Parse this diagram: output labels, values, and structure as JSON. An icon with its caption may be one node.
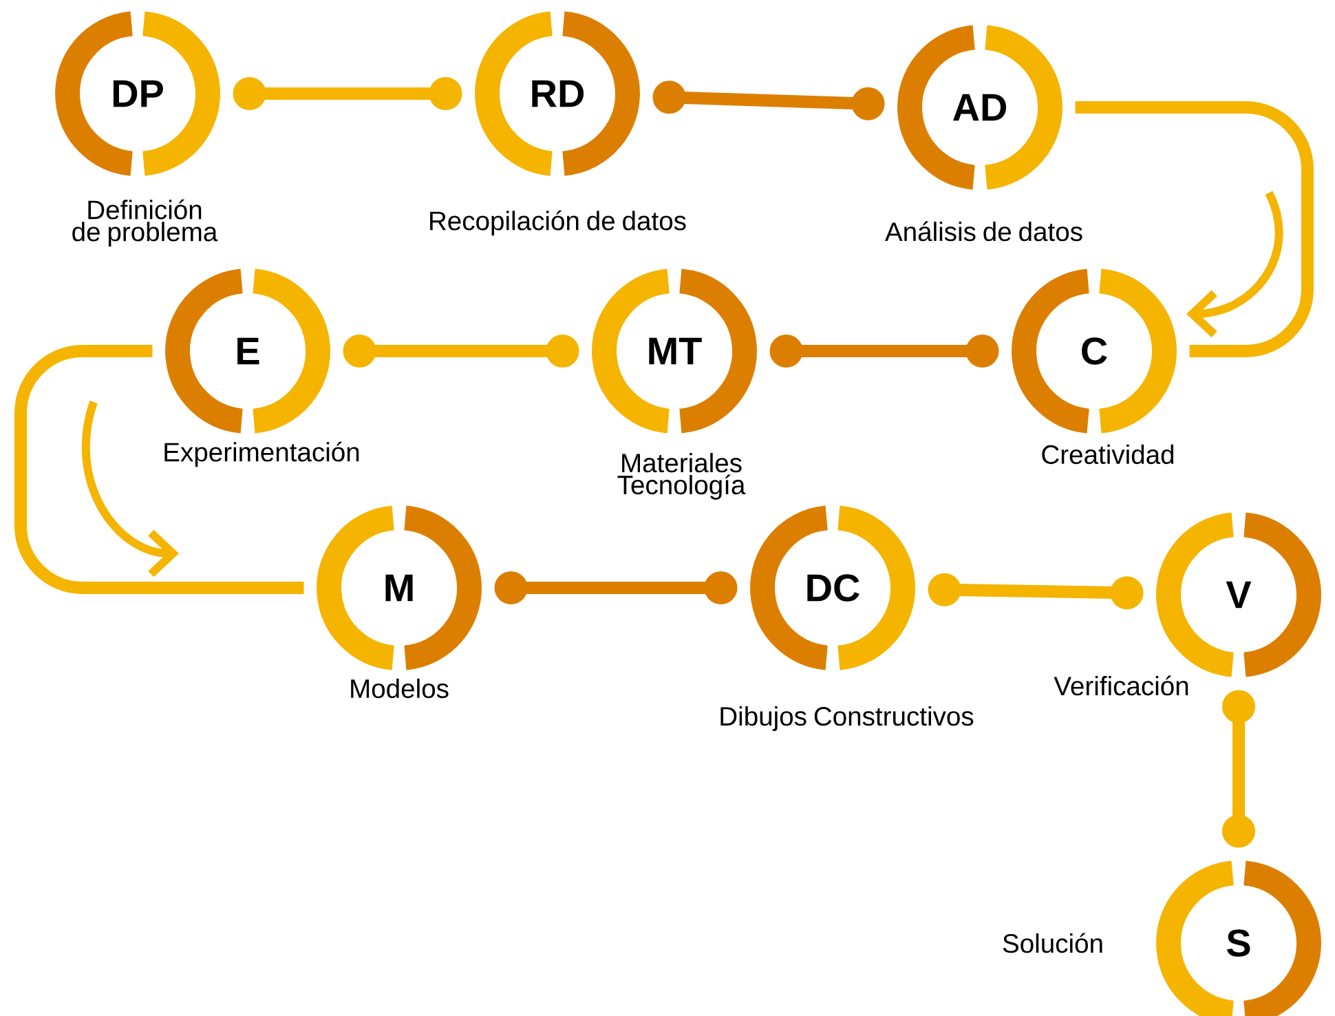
{
  "diagram": {
    "nodes": [
      {
        "text": [
          "DP"
        ],
        "beside": [
          "Definición de problema"
        ]
      },
      {
        "text": [
          "RD"
        ],
        "beside": [
          "Recopilación de datos"
        ]
      },
      {
        "text": [
          "AD"
        ],
        "beside": [
          "Análisis de datos"
        ]
      },
      {
        "text": [
          "E"
        ],
        "beside": [
          "Experimentación"
        ]
      },
      {
        "text": [
          "MT"
        ],
        "beside": [
          "Materiales Tecnología"
        ]
      },
      {
        "text": [
          "C"
        ],
        "beside": [
          "Creatividad"
        ]
      },
      {
        "text": [
          "M"
        ],
        "beside": [
          "Modelos"
        ]
      },
      {
        "text": [
          "DC"
        ],
        "beside": [
          "Dibujos Constructivos"
        ]
      },
      {
        "text": [
          "V"
        ],
        "beside": [
          "Verificación"
        ]
      },
      {
        "text": [
          "S"
        ],
        "beside": [
          "Solución"
        ]
      }
    ],
    "edges": [
      {
        "from": 0,
        "to": 1,
        "arrow": "other"
      },
      {
        "from": 1,
        "to": 2,
        "arrow": "other",
        "color": "#dc7f00"
      },
      {
        "from": 2,
        "to": 5,
        "arrow": "none"
      },
      {
        "from": 5,
        "to": 4,
        "arrow": "other",
        "color": "#dc7f00"
      },
      {
        "from": 4,
        "to": 3,
        "arrow": "other"
      },
      {
        "from": 3,
        "to": 6,
        "arrow": "none"
      },
      {
        "from": 6,
        "to": 7,
        "arrow": "other",
        "color": "#dc7f00"
      },
      {
        "from": 7,
        "to": 8,
        "arrow": "other"
      },
      {
        "from": 8,
        "to": 9,
        "arrow": "other"
      }
    ]
  }
}
